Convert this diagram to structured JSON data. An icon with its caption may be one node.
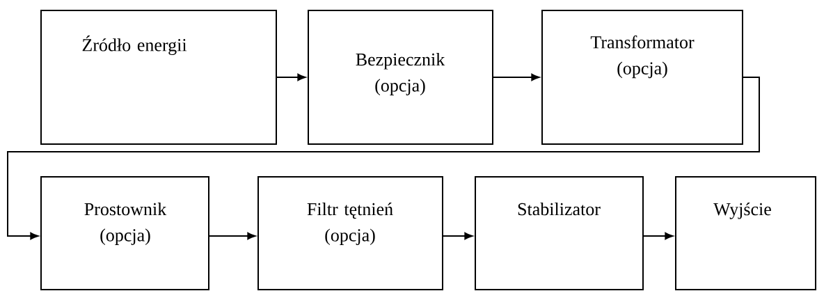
{
  "diagram": {
    "nodes": [
      {
        "text": [
          "Źródło energii"
        ]
      },
      {
        "text": [
          "Bezpiecznik (opcja)"
        ]
      },
      {
        "text": [
          "Transformator (opcja)"
        ]
      },
      {
        "text": [
          "Prostownik (opcja)"
        ]
      },
      {
        "text": [
          "Filtr tętnień (opcja)"
        ]
      },
      {
        "text": [
          "Stabilizator"
        ]
      },
      {
        "text": [
          "Wyjście"
        ]
      }
    ],
    "edges": [
      {
        "from": 0,
        "to": 1,
        "arrow": "to"
      },
      {
        "from": 1,
        "to": 2,
        "arrow": "to"
      },
      {
        "from": 2,
        "to": 3,
        "arrow": "to"
      },
      {
        "from": 3,
        "to": 4,
        "arrow": "to"
      },
      {
        "from": 4,
        "to": 5,
        "arrow": "to"
      },
      {
        "from": 5,
        "to": 6,
        "arrow": "to"
      }
    ]
  }
}
